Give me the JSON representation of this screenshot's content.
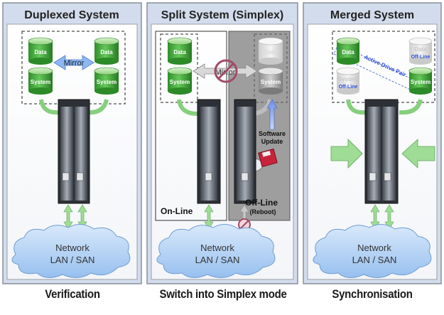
{
  "panels": [
    {
      "title": "Duplexed System",
      "caption": "Verification",
      "labels": {
        "data_left": "Data",
        "data_right": "Data",
        "system_left": "System",
        "system_right": "System",
        "mirror": "Mirror",
        "network_line1": "Network",
        "network_line2": "LAN / SAN"
      }
    },
    {
      "title": "Split System (Simplex)",
      "caption": "Switch into Simplex mode",
      "labels": {
        "data_left": "Data",
        "data_right": "Data",
        "system_left": "System",
        "system_right": "System",
        "mirror": "Mirror",
        "software_update_line1": "Software",
        "software_update_line2": "Update",
        "online": "On-Line",
        "offline": "Off-Line",
        "reboot": "(Reboot)",
        "network_line1": "Network",
        "network_line2": "LAN / SAN"
      }
    },
    {
      "title": "Merged System",
      "caption": "Synchronisation",
      "labels": {
        "data_left": "Data",
        "data_right": "Data",
        "offline_data": "Off-Line",
        "system_left": "System",
        "system_right": "System",
        "offline_system": "Off-Line",
        "active_drive_pair": "Active Drive Pair",
        "network_line1": "Network",
        "network_line2": "LAN / SAN"
      }
    }
  ],
  "colors": {
    "panel_bg": "#ffffff",
    "panel_border": "#8a8f99",
    "outer_bg": "#d3dcec",
    "disk_green_top": "#b6e7a2",
    "disk_green_body": "#3fae3a",
    "disk_faded": "#e6e6e6",
    "arrow_green": "#9fdc95",
    "arrow_blue": "#8fb8f2",
    "cloud": "#b9d6f6",
    "offline_shade": "#9e9e9e",
    "prohibit": "#a14b66",
    "drive_pair_text": "#2b4ed8"
  },
  "icons": [
    "database-icon",
    "server-chassis-icon",
    "cloud-network-icon",
    "cd-disc-icon",
    "floppy-disk-icon",
    "prohibited-icon"
  ]
}
